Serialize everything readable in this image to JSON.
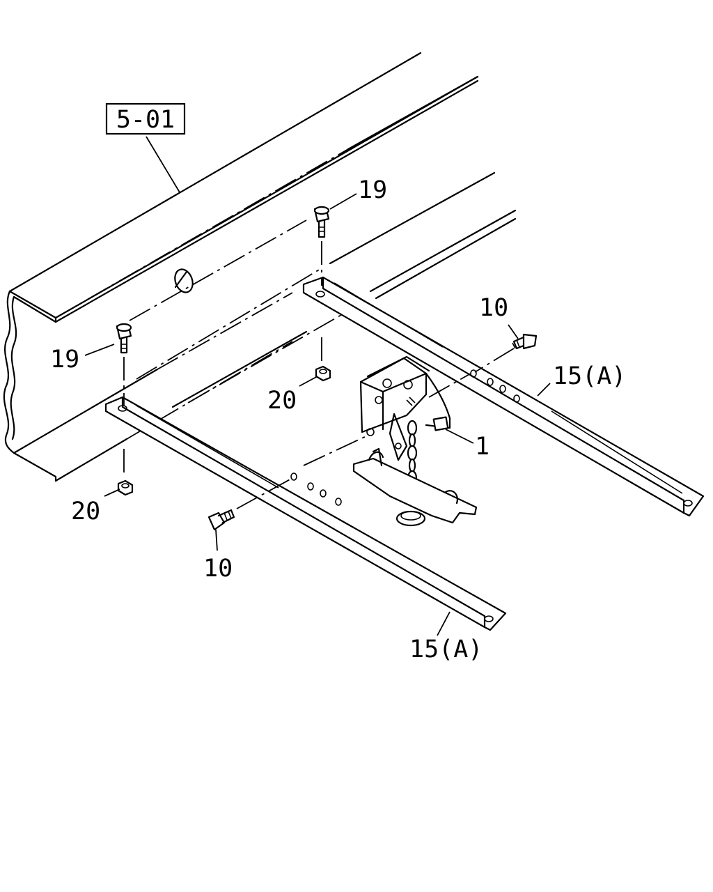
{
  "reference": {
    "text": "5-01"
  },
  "callouts": {
    "bolt_upper": "19",
    "bolt_lower": "19",
    "nut_upper": "20",
    "nut_lower": "20",
    "screw_upper": "10",
    "screw_lower": "10",
    "bracket_upper": "15(A)",
    "bracket_lower": "15(A)",
    "carrier": "1"
  }
}
